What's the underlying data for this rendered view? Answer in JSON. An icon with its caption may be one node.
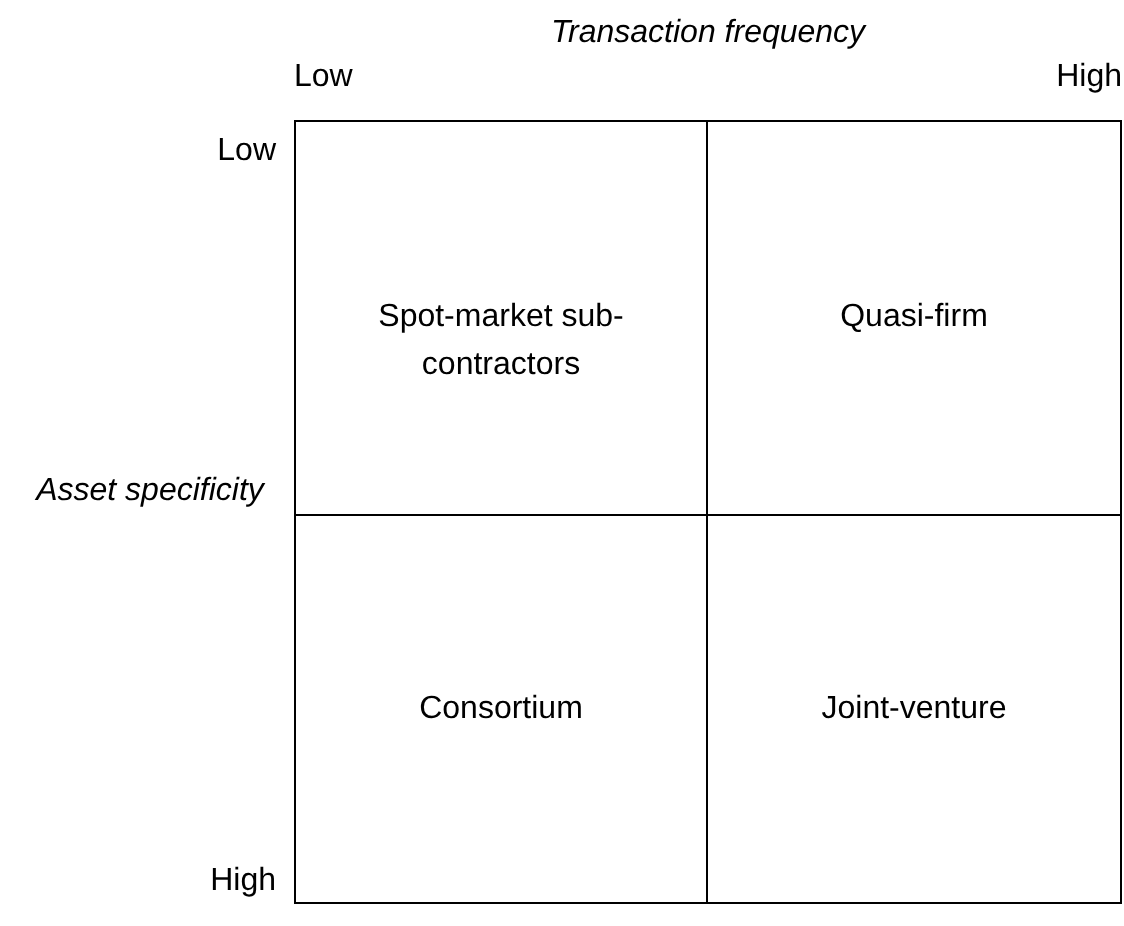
{
  "diagram": {
    "nodes": [
      {
        "text": [
          "Spot-market sub-contractors"
        ]
      },
      {
        "text": [
          "Quasi-firm"
        ]
      },
      {
        "text": [
          "Consortium"
        ]
      },
      {
        "text": [
          "Joint-venture"
        ]
      }
    ],
    "labels": [
      "Transaction frequency",
      "Low",
      "High",
      "Low",
      "Asset specificity",
      "High"
    ]
  }
}
